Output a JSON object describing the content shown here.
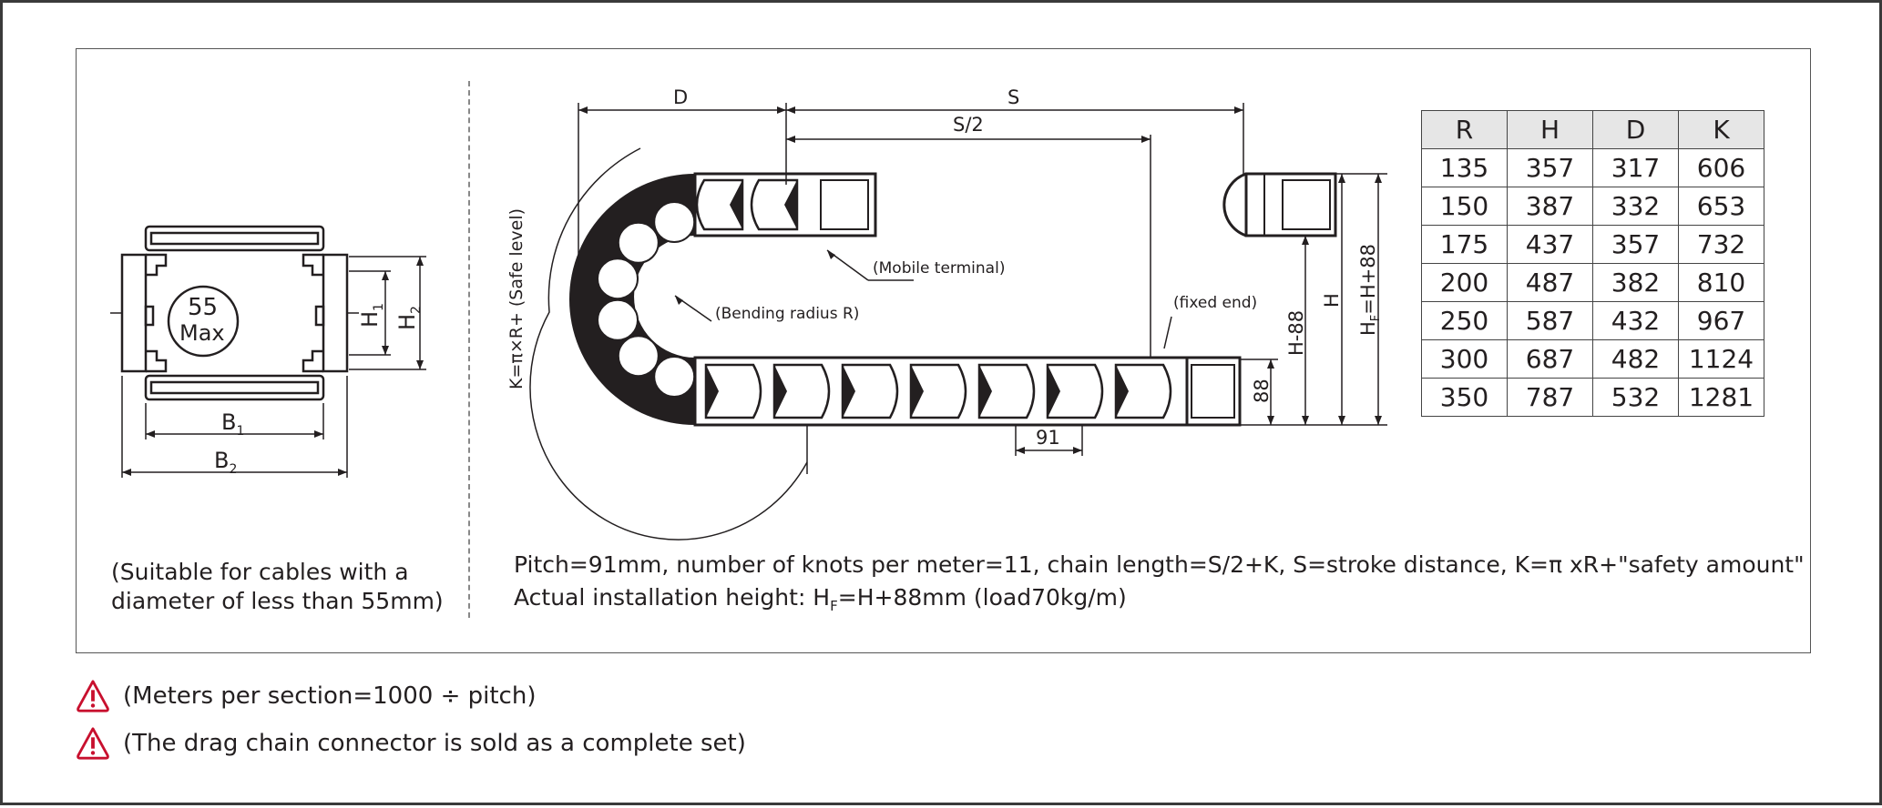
{
  "cross_section": {
    "max_circle_line1": "55",
    "max_circle_line2": "Max",
    "label_h1": "H",
    "label_h1_sub": "1",
    "label_h2": "H",
    "label_h2_sub": "2",
    "label_b1": "B",
    "label_b1_sub": "1",
    "label_b2": "B",
    "label_b2_sub": "2",
    "caption_line1": "(Suitable for cables with a",
    "caption_line2": "diameter of less than 55mm)"
  },
  "chain_diagram": {
    "label_d": "D",
    "label_s": "S",
    "label_s_half": "S/2",
    "label_k": "K=π×R+ (Safe level)",
    "label_mobile": "(Mobile terminal)",
    "label_bending": "(Bending radius R)",
    "label_fixed": "(fixed end)",
    "label_pitch_dim": "91",
    "label_88": "88",
    "label_h_minus_88": "H-88",
    "label_h": "H",
    "label_hf": "H",
    "label_hf_sub": "F",
    "label_hf_rest": "=H+88"
  },
  "notes": {
    "line1": "Pitch=91mm, number of knots per meter=11, chain length=S/2+K, S=stroke distance, K=π xR+\"safety amount\"",
    "line2_prefix": "Actual installation height: H",
    "line2_sub": "F",
    "line2_suffix": "=H+88mm (load70kg/m)"
  },
  "table": {
    "headers": [
      "R",
      "H",
      "D",
      "K"
    ],
    "rows": [
      [
        "135",
        "357",
        "317",
        "606"
      ],
      [
        "150",
        "387",
        "332",
        "653"
      ],
      [
        "175",
        "437",
        "357",
        "732"
      ],
      [
        "200",
        "487",
        "382",
        "810"
      ],
      [
        "250",
        "587",
        "432",
        "967"
      ],
      [
        "300",
        "687",
        "482",
        "1124"
      ],
      [
        "350",
        "787",
        "532",
        "1281"
      ]
    ]
  },
  "warnings": [
    "(Meters per section=1000 ÷ pitch)",
    "(The drag chain connector is sold as a complete set)"
  ],
  "colors": {
    "warning_red": "#c8102e",
    "table_header_bg": "#e6e6e6",
    "line": "#231f20"
  }
}
